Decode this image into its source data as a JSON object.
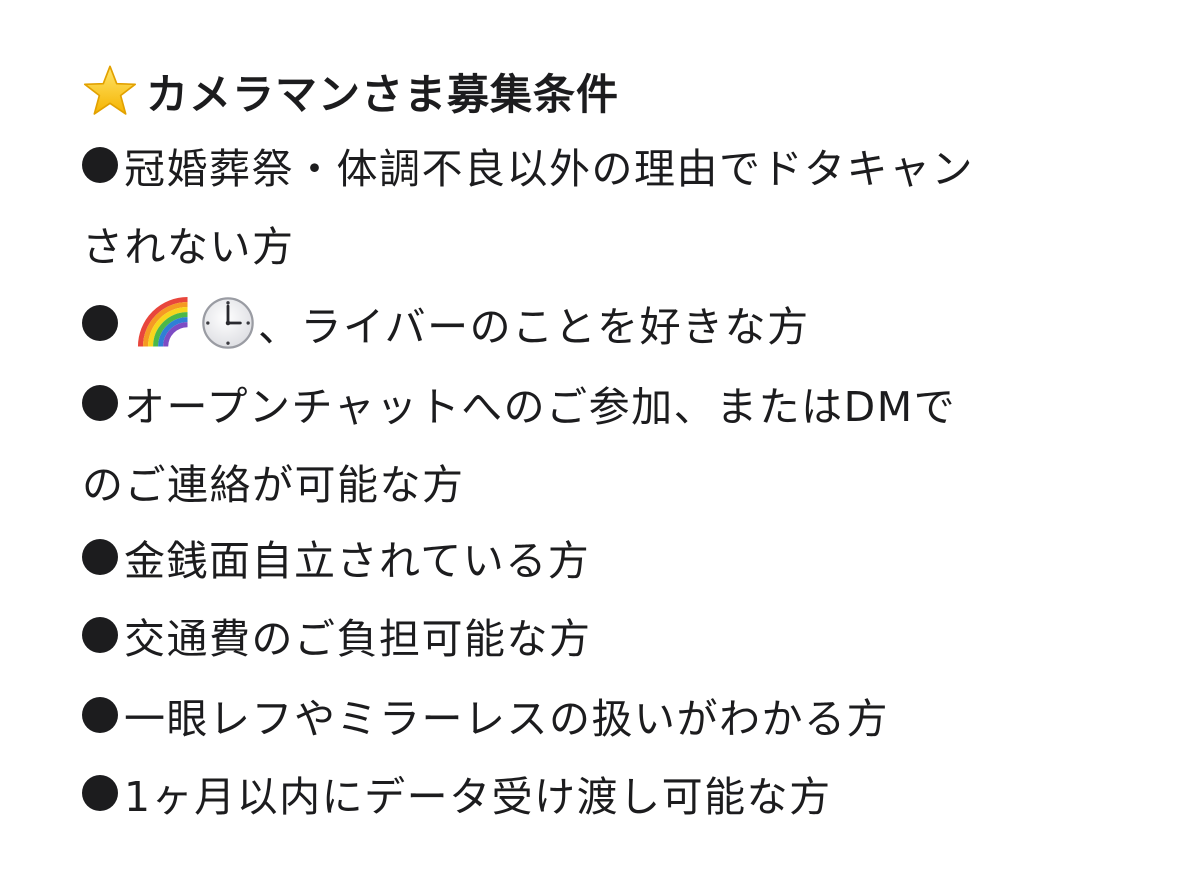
{
  "title": {
    "icon": "star-icon",
    "text": "カメラマンさま募集条件"
  },
  "conditions": [
    {
      "line1": "冠婚葬祭・体調不良以外の理由でドタキャン",
      "line2": "されない方"
    },
    {
      "icons": [
        "rainbow-icon",
        "clock-icon"
      ],
      "text": "、ライバーのことを好きな方"
    },
    {
      "line1": "オープンチャットへのご参加、またはDMで",
      "line2": "のご連絡が可能な方"
    },
    {
      "text": "金銭面自立されている方"
    },
    {
      "text": "交通費のご負担可能な方"
    },
    {
      "text": "一眼レフやミラーレスの扱いがわかる方"
    },
    {
      "text": "1ヶ月以内にデータ受け渡し可能な方"
    }
  ],
  "colors": {
    "text": "#1c1c1e",
    "background": "#ffffff",
    "star": "#f7c21a"
  }
}
